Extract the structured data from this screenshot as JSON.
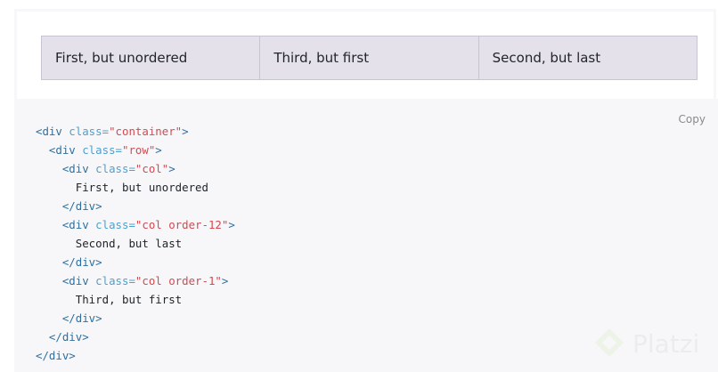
{
  "example": {
    "columns": [
      {
        "label": "First, but unordered"
      },
      {
        "label": "Third, but first"
      },
      {
        "label": "Second, but last"
      }
    ]
  },
  "code_block": {
    "copy_label": "Copy",
    "lines": [
      {
        "indent": "",
        "tag_open": "<div",
        "attr": " class=",
        "value": "\"container\"",
        "tag_close": ">",
        "text": ""
      },
      {
        "indent": "  ",
        "tag_open": "<div",
        "attr": " class=",
        "value": "\"row\"",
        "tag_close": ">",
        "text": ""
      },
      {
        "indent": "    ",
        "tag_open": "<div",
        "attr": " class=",
        "value": "\"col\"",
        "tag_close": ">",
        "text": ""
      },
      {
        "indent": "      ",
        "tag_open": "",
        "attr": "",
        "value": "",
        "tag_close": "",
        "text": "First, but unordered"
      },
      {
        "indent": "    ",
        "tag_open": "</div>",
        "attr": "",
        "value": "",
        "tag_close": "",
        "text": ""
      },
      {
        "indent": "    ",
        "tag_open": "<div",
        "attr": " class=",
        "value": "\"col order-12\"",
        "tag_close": ">",
        "text": ""
      },
      {
        "indent": "      ",
        "tag_open": "",
        "attr": "",
        "value": "",
        "tag_close": "",
        "text": "Second, but last"
      },
      {
        "indent": "    ",
        "tag_open": "</div>",
        "attr": "",
        "value": "",
        "tag_close": "",
        "text": ""
      },
      {
        "indent": "    ",
        "tag_open": "<div",
        "attr": " class=",
        "value": "\"col order-1\"",
        "tag_close": ">",
        "text": ""
      },
      {
        "indent": "      ",
        "tag_open": "",
        "attr": "",
        "value": "",
        "tag_close": "",
        "text": "Third, but first"
      },
      {
        "indent": "    ",
        "tag_open": "</div>",
        "attr": "",
        "value": "",
        "tag_close": "",
        "text": ""
      },
      {
        "indent": "  ",
        "tag_open": "</div>",
        "attr": "",
        "value": "",
        "tag_close": "",
        "text": ""
      },
      {
        "indent": "",
        "tag_open": "</div>",
        "attr": "",
        "value": "",
        "tag_close": "",
        "text": ""
      }
    ]
  },
  "watermark": {
    "text": "Platzi",
    "icon": "platzi-logo-icon"
  },
  "colors": {
    "col_bg": "#e5e1ea",
    "col_border": "#c9c3d2",
    "code_bg": "#f7f7f9",
    "tag": "#2f6f9f",
    "attr": "#4f9fcf",
    "string": "#d44950"
  }
}
